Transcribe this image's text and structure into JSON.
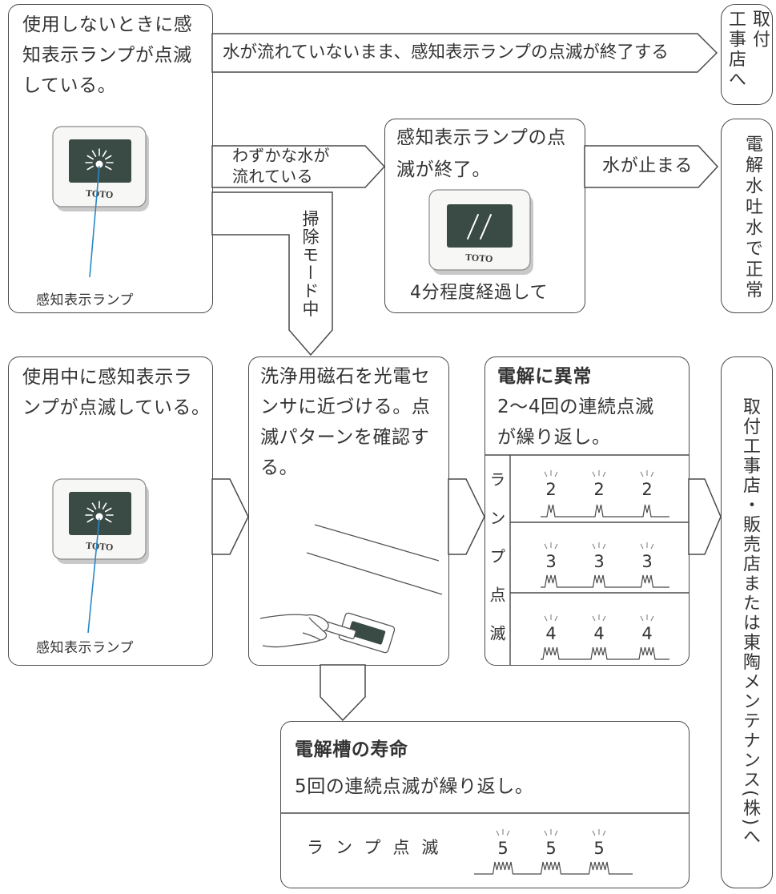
{
  "boxes": {
    "idle_blinking": {
      "lines": [
        "使用しないときに感",
        "知表示ランプが点滅",
        "している。"
      ],
      "lamp_label": "感知表示ランプ"
    },
    "blink_ended": {
      "lines": [
        "感知表示ランプの点",
        "滅が終了。"
      ],
      "caption": "4分程度経過して"
    },
    "in_use_blinking": {
      "lines": [
        "使用中に感知表示ラ",
        "ンプが点滅している。"
      ],
      "lamp_label": "感知表示ランプ"
    },
    "check_pattern": {
      "lines": [
        "洗浄用磁石を光電セ",
        "ンサに近づける。点",
        "滅パターンを確認す",
        "る。"
      ]
    },
    "electrolysis_error": {
      "title": "電解に異常",
      "lines": [
        "2〜4回の連続点滅",
        "が繰り返し。"
      ],
      "lamp_blink_label": "ランプ点滅",
      "blink_rows": [
        [
          "2",
          "2",
          "2"
        ],
        [
          "3",
          "3",
          "3"
        ],
        [
          "4",
          "4",
          "4"
        ]
      ]
    },
    "cell_lifetime": {
      "title": "電解槽の寿命",
      "text": "5回の連続点滅が繰り返し。",
      "lamp_blink_label": "ランプ点滅",
      "blink_row": [
        "5",
        "5",
        "5"
      ]
    }
  },
  "arrows": {
    "no_water_end": "水が流れていないまま、感知表示ランプの点滅が終了する",
    "little_water": [
      "わずかな水が",
      "流れている"
    ],
    "cleaning_mode": "掃除モード中",
    "water_stops": "水が止まる"
  },
  "outcomes": {
    "contact_installer": [
      "取付",
      "工事店へ"
    ],
    "normal": "電解水吐水で正常",
    "contact_service": "取付工事店・販売店または東陶メンテナンス(株)へ"
  },
  "device": {
    "brand": "TOTO"
  },
  "colors": {
    "line": "#4a4a4a",
    "text": "#333333",
    "lamp_pointer": "#2a88c8",
    "lamp_screen": "#3a4a44"
  }
}
